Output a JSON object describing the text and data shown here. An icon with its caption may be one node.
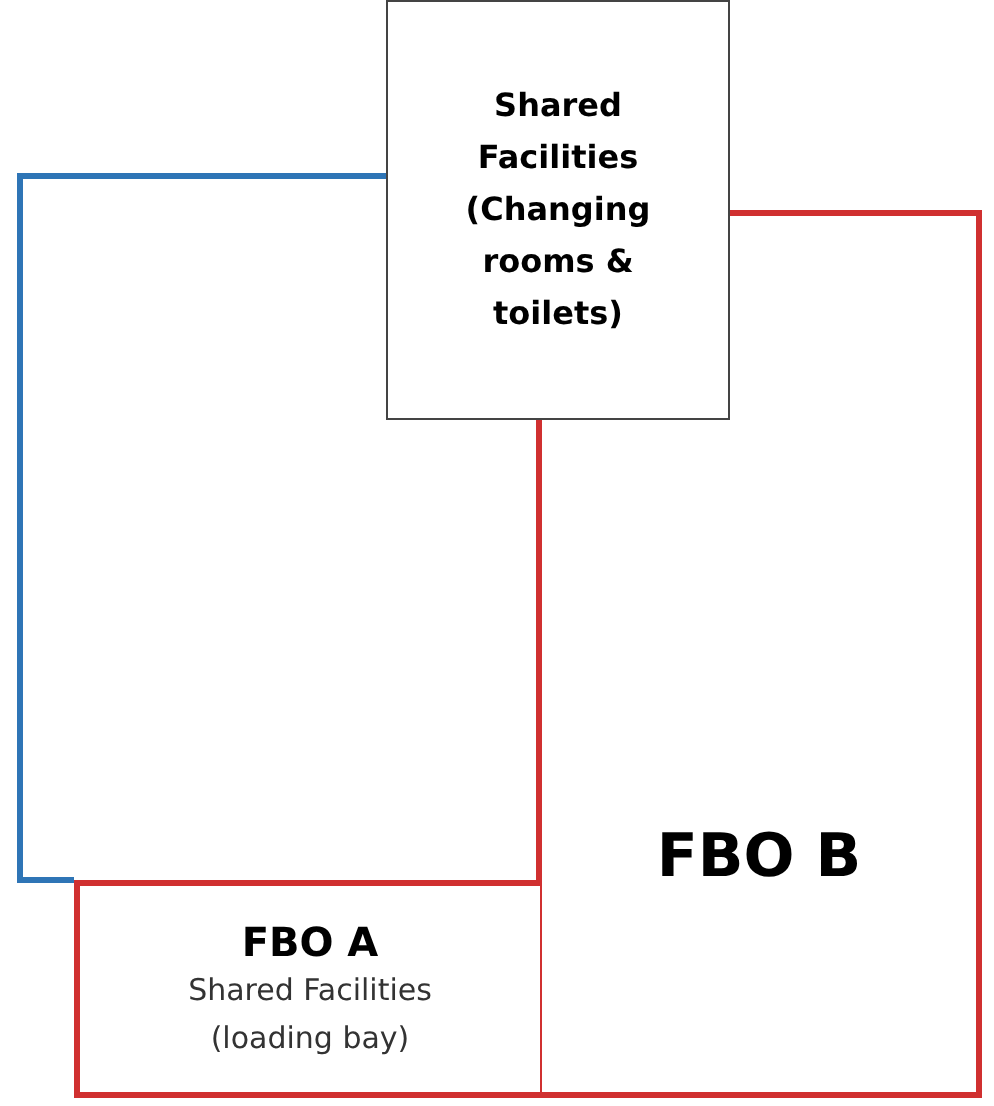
{
  "diagram": {
    "nodes": [
      {
        "text": [
          "Shared Facilities (Changing rooms & toilets)"
        ]
      },
      {
        "text": [
          "FBO A",
          "Shared Facilities (loading bay)"
        ]
      },
      {
        "text": [
          "FBO B"
        ]
      }
    ],
    "edges": []
  }
}
